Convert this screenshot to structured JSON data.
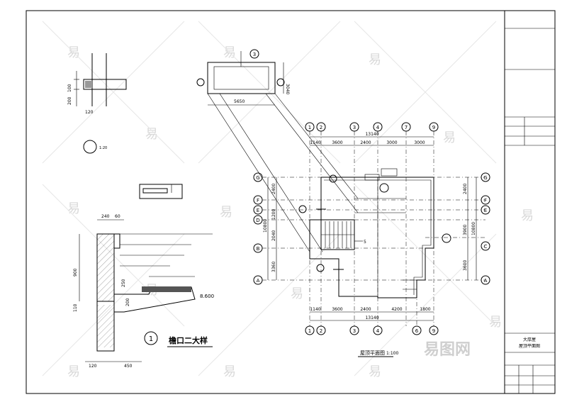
{
  "drawing": {
    "plan_title": "屋顶平面图",
    "plan_scale": "1:100",
    "detail_title": "檐口二大样",
    "detail_number": "1",
    "small_detail_scale": "1:20",
    "top_detail_index": "3",
    "stair_label": "5",
    "level_mark": "8.600"
  },
  "axes": {
    "top_numbers": [
      "1",
      "2",
      "3",
      "4",
      "7",
      "9"
    ],
    "bottom_numbers": [
      "1",
      "2",
      "3",
      "4",
      "6",
      "9"
    ],
    "left_letters": [
      "G",
      "F",
      "E",
      "D",
      "B",
      "A"
    ],
    "right_letters": [
      "G",
      "F",
      "E",
      "C",
      "A"
    ]
  },
  "dimensions": {
    "top_total": "13140",
    "top_spans": [
      "1140",
      "3600",
      "2400",
      "3000",
      "3000"
    ],
    "bottom_total": "13140",
    "bottom_spans": [
      "1140",
      "3600",
      "2400",
      "4200",
      "1800"
    ],
    "left_total": "10800",
    "left_spans": [
      "2400",
      "1200",
      "2040",
      "3360"
    ],
    "right_total": "10800",
    "right_spans": [
      "2400",
      "3900",
      "3600"
    ],
    "top_box_width": "5650",
    "top_box_height": "3040",
    "detail_dims": [
      "240",
      "60",
      "900",
      "110",
      "120",
      "450",
      "250",
      "200"
    ],
    "small_detail_dims": [
      "100",
      "200",
      "120"
    ]
  },
  "title_block": {
    "project": "大厚屋",
    "sheet_name": "屋顶平面图"
  },
  "watermark": {
    "glyph": "易",
    "brand": "易图网"
  }
}
